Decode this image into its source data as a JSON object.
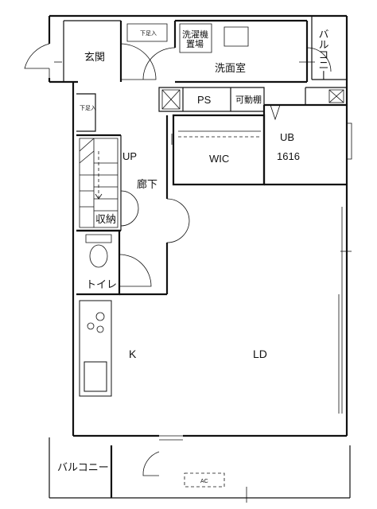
{
  "rooms": {
    "entrance": "玄関",
    "washroom": "洗面室",
    "washer_space": "洗濯機\n置場",
    "ps": "PS",
    "movable_shelf": "可動棚",
    "wic": "WIC",
    "unit_bath": "UB\n1616",
    "up": "UP",
    "corridor": "廊下",
    "storage": "収納",
    "toilet": "トイレ",
    "kitchen": "K",
    "living_dining": "LD",
    "balcony_top": "バルコニー",
    "balcony_bottom": "バルコニー",
    "shoe_box_1": "下足入",
    "shoe_box_2": "下足入",
    "ac": "AC"
  }
}
